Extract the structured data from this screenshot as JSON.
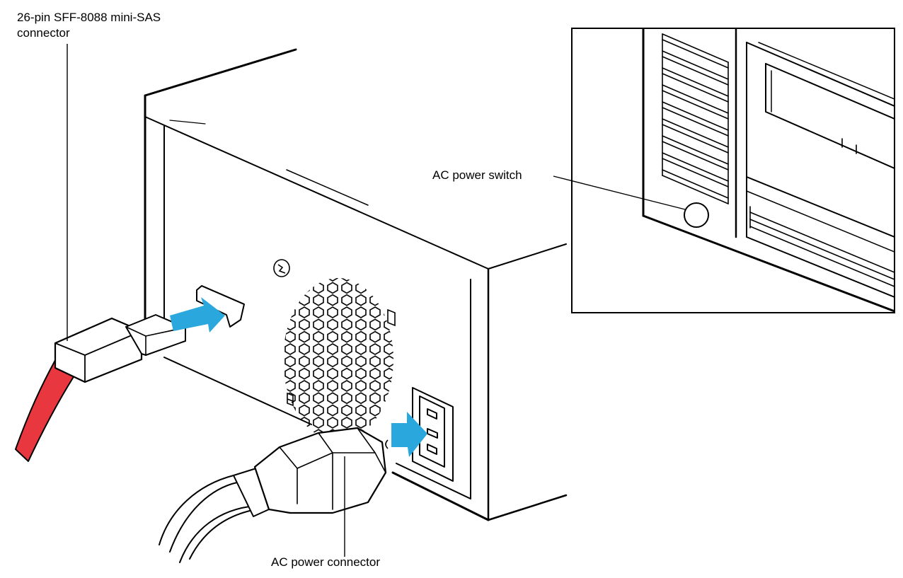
{
  "labels": {
    "sas_line1": "26-pin SFF-8088 mini-SAS",
    "sas_line2": "connector",
    "power_switch": "AC power switch",
    "power_connector": "AC power connector"
  },
  "colors": {
    "arrow": "#2aa7dc",
    "cable": "#e8373f",
    "line": "#000000"
  },
  "icons": [
    "fan-grille-icon",
    "ground-screw-icon",
    "insert-arrow-icon"
  ]
}
